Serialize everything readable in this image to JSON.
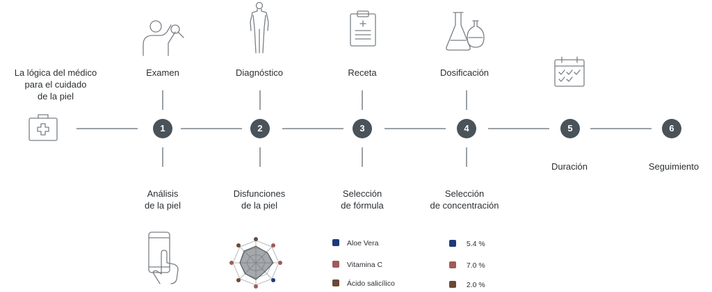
{
  "intro": {
    "lines": [
      "La lógica del médico",
      "para el cuidado",
      "de la piel"
    ]
  },
  "steps": [
    {
      "number": "1",
      "top_label": "Examen",
      "bottom_lines": [
        "Análisis",
        "de la piel"
      ]
    },
    {
      "number": "2",
      "top_label": "Diagnóstico",
      "bottom_lines": [
        "Disfunciones",
        "de la piel"
      ]
    },
    {
      "number": "3",
      "top_label": "Receta",
      "bottom_lines": [
        "Selección",
        "de fórmula"
      ]
    },
    {
      "number": "4",
      "top_label": "Dosificación",
      "bottom_lines": [
        "Selección",
        "de concentración"
      ]
    },
    {
      "number": "5",
      "bottom_label": "Duración"
    },
    {
      "number": "6",
      "bottom_label": "Seguimiento"
    }
  ],
  "ingredients": [
    {
      "name": "Aloe Vera",
      "concentration": "5.4 %",
      "color": "#1f3a78"
    },
    {
      "name": "Vitamina C",
      "concentration": "7.0 %",
      "color": "#a05a5a"
    },
    {
      "name": "Ácido salicílico",
      "concentration": "2.0 %",
      "color": "#6b4a35"
    }
  ],
  "icons": [
    "first-aid-kit-icon",
    "examining-person-icon",
    "human-body-icon",
    "clipboard-prescription-icon",
    "lab-flasks-icon",
    "calendar-checks-icon",
    "hand-phone-icon",
    "radar-chart-icon"
  ],
  "colors": {
    "node": "#4a525a",
    "line": "#9aa0a6",
    "icon": "#7a7f85"
  }
}
